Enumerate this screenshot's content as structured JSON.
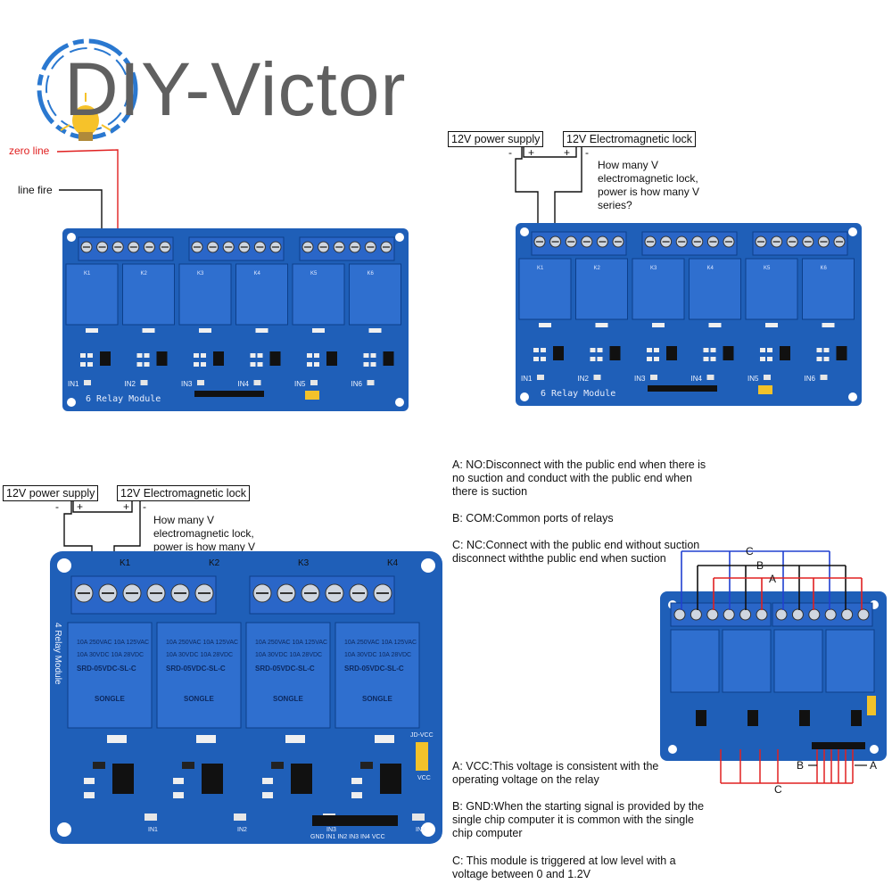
{
  "brand": {
    "title": "DIY-Victor"
  },
  "diagram1": {
    "zero_line": "zero line",
    "line_fire": "line fire",
    "module_label": "6 Relay Module",
    "inputs": [
      "IN1",
      "IN2",
      "IN3",
      "IN4",
      "IN5",
      "IN6"
    ],
    "relay_ids": [
      "K1",
      "K2",
      "K3",
      "K4",
      "K5",
      "K6"
    ]
  },
  "diagram2": {
    "power_supply": "12V power supply",
    "lock": "12V Electromagnetic lock",
    "note": "How many V electromagnetic lock, power is how many V series?",
    "module_label": "6 Relay Module",
    "minus": "-",
    "plus": "+",
    "inputs": [
      "IN1",
      "IN2",
      "IN3",
      "IN4",
      "IN5",
      "IN6"
    ],
    "relay_ids": [
      "K1",
      "K2",
      "K3",
      "K4",
      "K5",
      "K6"
    ]
  },
  "diagram3": {
    "power_supply": "12V power supply",
    "lock": "12V Electromagnetic lock",
    "note": "How many V electromagnetic lock, power is how many V series?",
    "module_label": "4 Relay Module",
    "minus": "-",
    "plus": "+",
    "relay_ids": [
      "K1",
      "K2",
      "K3",
      "K4"
    ],
    "inputs": [
      "IN1",
      "IN2",
      "IN3",
      "IN4"
    ],
    "relay_text": [
      "10A 250VAC 10A 125VAC",
      "10A 30VDC 10A 28VDC",
      "SRD-05VDC-SL-C"
    ],
    "brand_on_relay": "SONGLE",
    "jumper": "JD-VCC",
    "vcc": "VCC",
    "header_pins": "GND IN1 IN2 IN3 IN4 VCC"
  },
  "legend_top": {
    "a": "A: NO:Disconnect with the public end when there is no suction and conduct with the public end when there is suction",
    "b": "B: COM:Common ports of relays",
    "c": "C: NC:Connect with the public end without suction disconnect withthe public end when suction"
  },
  "legend_bottom": {
    "a": "A: VCC:This voltage is consistent with the operating voltage on the relay",
    "b": "B: GND:When the starting signal is provided by the single chip computer it is common with the single chip computer",
    "c": "C: This module is triggered at low level with a voltage between 0 and 1.2V"
  },
  "small_board": {
    "a": "A",
    "b": "B",
    "c": "C"
  },
  "colors": {
    "pcb": "#1f5fb8",
    "relay": "#2f6fcf",
    "terminal": "#2a66c8",
    "wire_red": "#e02020",
    "wire_blue": "#2040d0"
  }
}
